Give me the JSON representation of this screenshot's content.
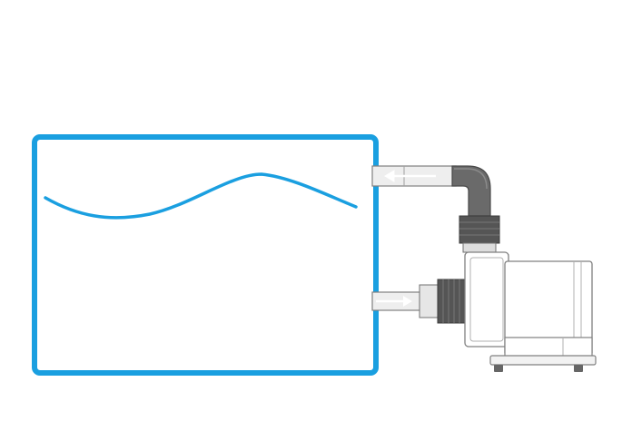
{
  "diagram": {
    "type": "external-pump-plumbing",
    "components": [
      "tank",
      "water-surface",
      "return-pipe",
      "intake-pipe",
      "pump"
    ],
    "flow": {
      "return": "pump-to-tank",
      "intake": "tank-to-pump"
    },
    "colors": {
      "tank_outline": "#1a9fe0",
      "water_line": "#1a9fe0",
      "pipe_fill": "#eeeeee",
      "pipe_stroke": "#707070",
      "fitting_dark": "#5a5a5a",
      "pump_body": "#ffffff",
      "pump_stroke": "#808080",
      "arrow": "#ffffff"
    },
    "icons": [
      "flow-arrow-in-icon",
      "flow-arrow-out-icon"
    ]
  }
}
